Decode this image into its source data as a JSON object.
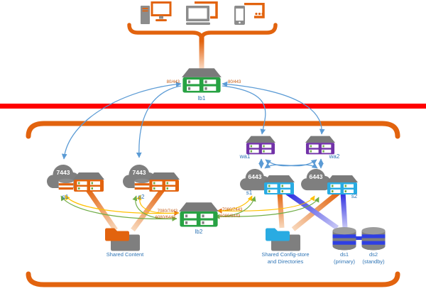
{
  "clients": {
    "desktop": "desktop",
    "laptop": "laptop",
    "mobile": "mobile"
  },
  "lb1": {
    "label": "lb1",
    "port_left": "80/443",
    "port_right": "80/443"
  },
  "wa1": {
    "label": "wa1"
  },
  "wa2": {
    "label": "wa2"
  },
  "p1": {
    "label": "p1",
    "cloud_port": "7443"
  },
  "p2": {
    "label": "p2",
    "cloud_port": "7443"
  },
  "s1": {
    "label": "s1",
    "cloud_port": "6443"
  },
  "s2": {
    "label": "s2",
    "cloud_port": "6443"
  },
  "lb2": {
    "label": "lb2",
    "left_top": "7080/7443",
    "left_bottom": "6080/6443",
    "right_top": "7080/7443",
    "right_bottom": "6080/6443"
  },
  "storage": {
    "shared_content": {
      "label": "Shared Content"
    },
    "shared_config": {
      "label_line1": "Shared Config-store",
      "label_line2": "and Directories"
    },
    "ds1": {
      "label": "ds1",
      "sublabel": "(primary)"
    },
    "ds2": {
      "label": "ds2",
      "sublabel": "(standby)"
    }
  },
  "colors": {
    "orange": "#E2630E",
    "red_firewall": "#FF0000",
    "lb_green": "#27A243",
    "wa_purple": "#7232A8",
    "server_cyan": "#29ABE2",
    "gray": "#7F7F7F",
    "arrow_blue": "#5B9BD5",
    "arrow_yellow": "#FFC000",
    "arrow_green": "#70AD47",
    "data_blue": "#2A2AE0",
    "label_blue": "#2E74B5",
    "port_orange": "#C55A11"
  }
}
